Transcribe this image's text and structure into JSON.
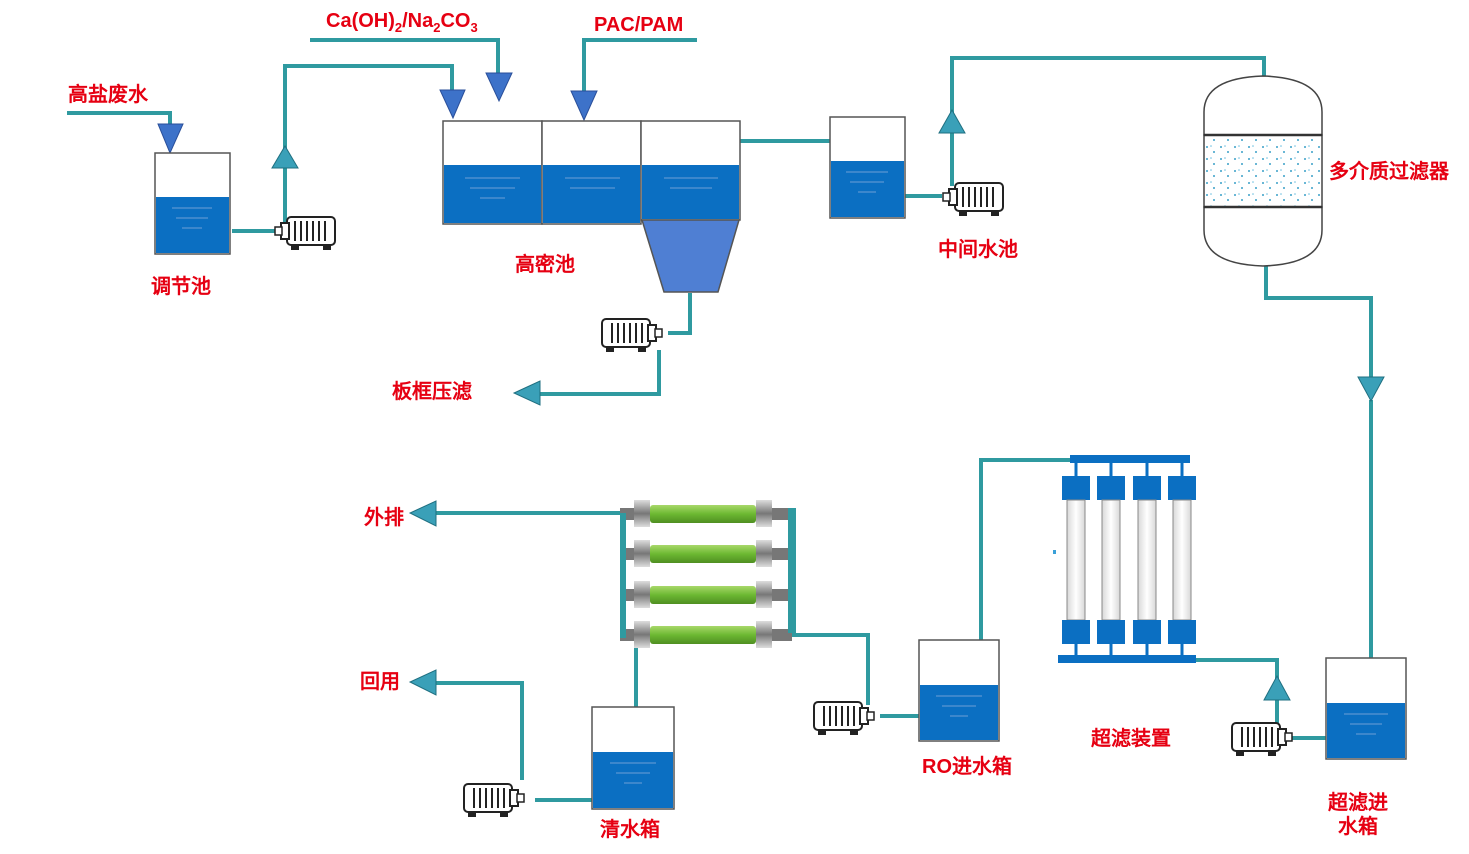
{
  "inputs": {
    "wastewater": "高盐废水",
    "reagent_1_main": "Ca(OH)",
    "reagent_1_sub1": "2",
    "reagent_1_mid": "/Na",
    "reagent_1_sub2": "2",
    "reagent_1_co": "CO",
    "reagent_1_sub3": "3",
    "reagent_2": "PAC/PAM"
  },
  "units": {
    "regulating_tank": "调节池",
    "high_density_tank": "高密池",
    "filter_press": "板框压滤",
    "intermediate_tank": "中间水池",
    "multimedia_filter": "多介质过滤器",
    "uf_feed_tank_line1": "超滤进",
    "uf_feed_tank_line2": "水箱",
    "uf_device": "超滤装置",
    "ro_feed_tank_ro": "RO",
    "ro_feed_tank_cn": "进水箱",
    "clean_water_tank": "清水箱"
  },
  "outputs": {
    "discharge": "外排",
    "reuse": "回用"
  },
  "colors": {
    "pipe": "#2f9aa0",
    "water": "#0b6fc2",
    "label": "#e60012",
    "membrane": "#7cc043",
    "uf_header": "#0b6fc2"
  }
}
